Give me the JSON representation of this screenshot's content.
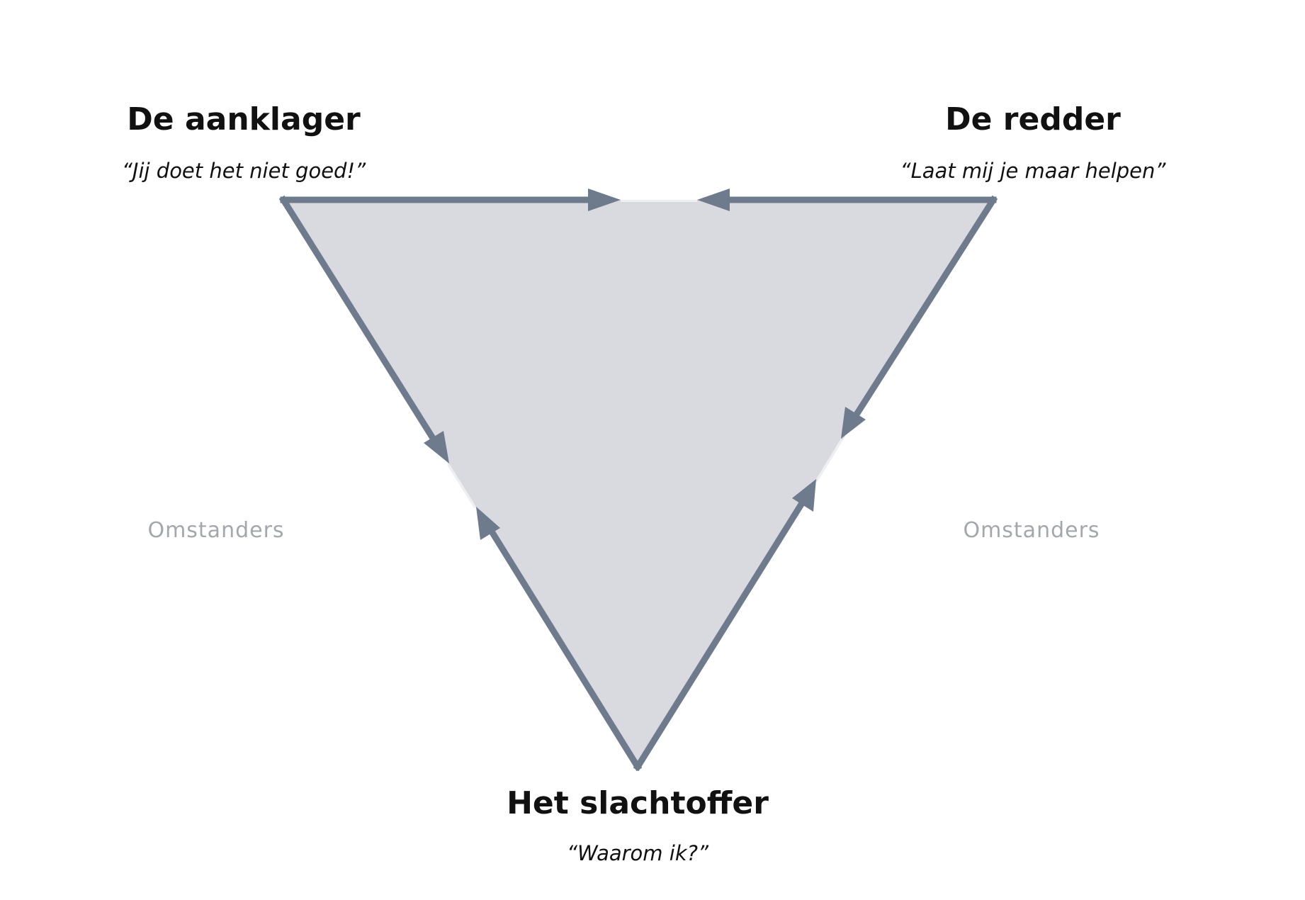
{
  "roles": {
    "accuser": {
      "title": "De aanklager",
      "quote": "“Jij doet het niet goed!”"
    },
    "rescuer": {
      "title": "De redder",
      "quote": "“Laat mij je maar helpen”"
    },
    "victim": {
      "title": "Het slachtoffer",
      "quote": "“Waarom ik?”"
    }
  },
  "bystanders": {
    "left": "Omstanders",
    "right": "Omstanders"
  },
  "colors": {
    "fill": "#d9dadf",
    "stroke": "#6e7b8c",
    "title": "#111111",
    "quote": "#111111",
    "bystander": "#a4a7ad",
    "gap": "#eeeff1"
  }
}
